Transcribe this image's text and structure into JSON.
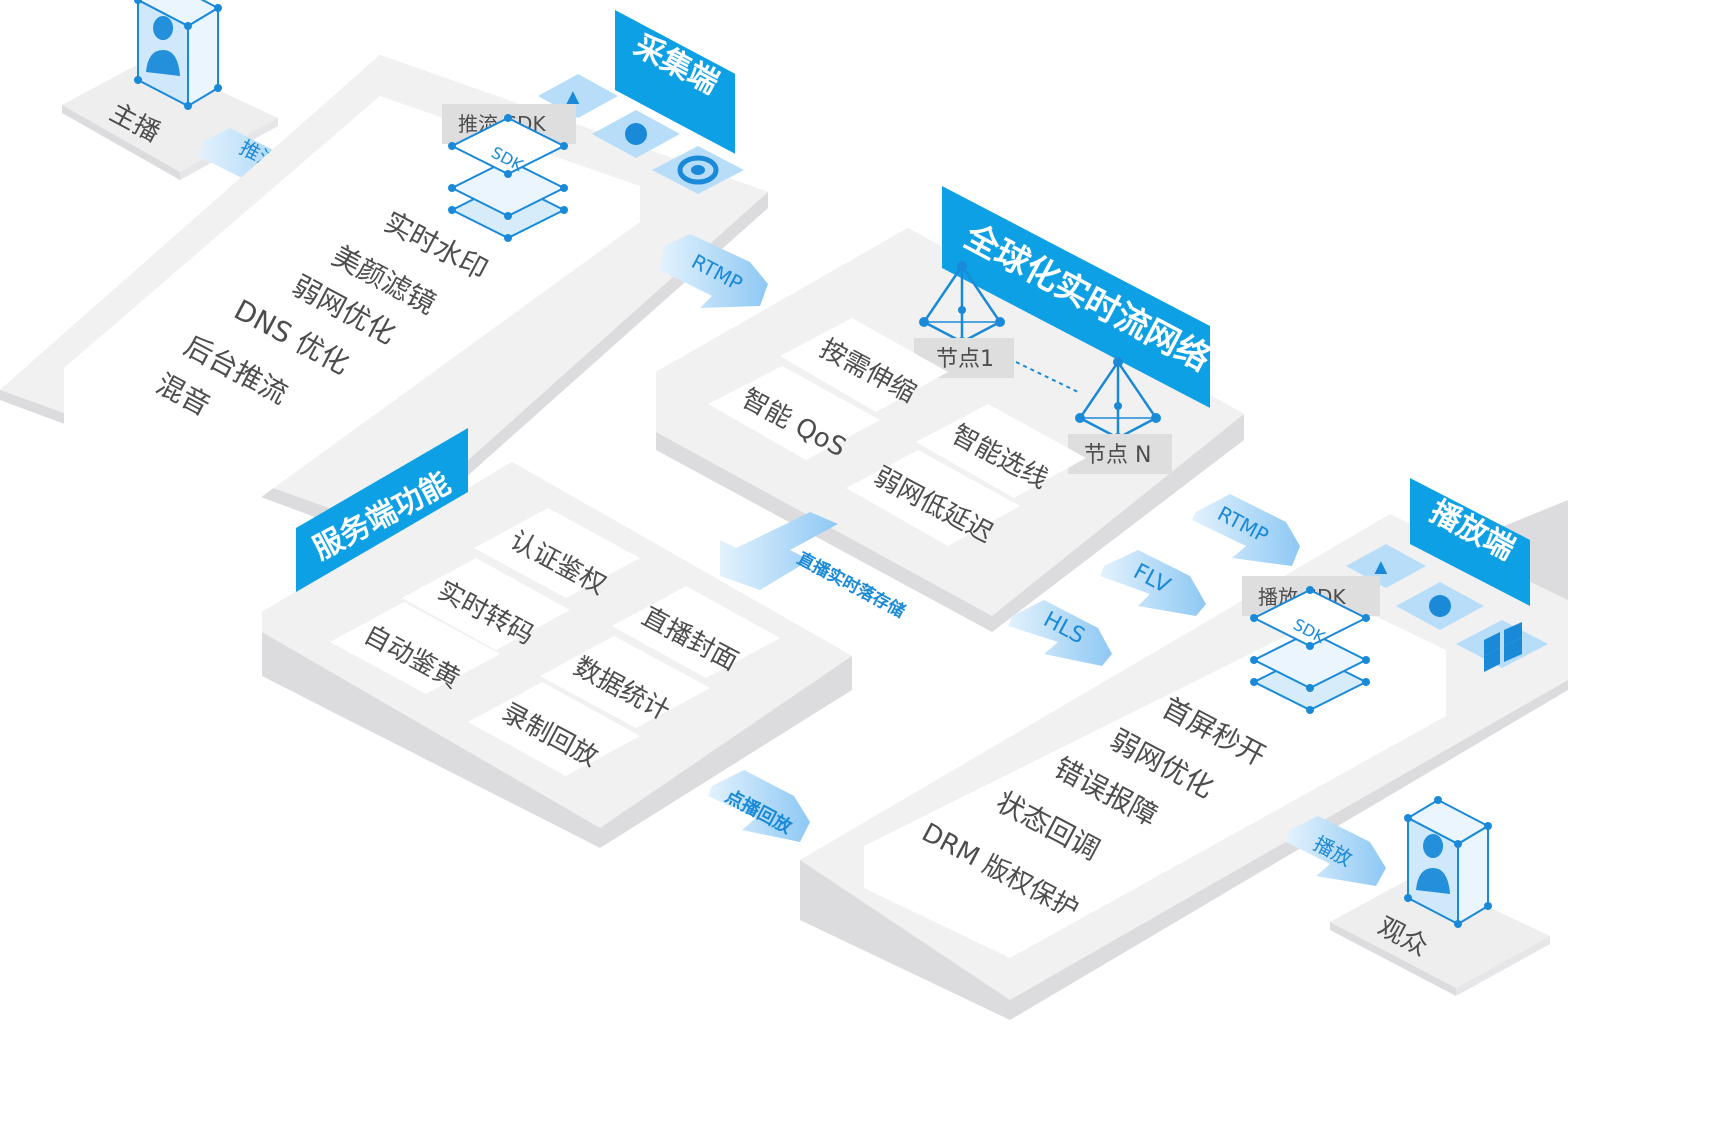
{
  "diagram": {
    "colors": {
      "accent": "#0ea0e4",
      "arrow": "#9fd0f5",
      "panel": "#f1f1f2",
      "panel_side": "#e3e3e5",
      "inner": "#ffffff",
      "text": "#4d4d4d"
    },
    "anchor": {
      "label": "主播"
    },
    "viewer": {
      "label": "观众"
    },
    "capture": {
      "title": "采集端",
      "sdk_label": "推流 SDK",
      "sdk_icon_text": "SDK",
      "platform_icons": [
        "android-icon",
        "apple-icon",
        "record-icon"
      ],
      "features": [
        "实时水印",
        "美颜滤镜",
        "弱网优化",
        "DNS 优化",
        "后台推流",
        "混音"
      ]
    },
    "network": {
      "title": "全球化实时流网络",
      "node1_label": "节点1",
      "nodeN_label": "节点 N",
      "features": [
        "按需伸缩",
        "智能 QoS",
        "智能选线",
        "弱网低延迟"
      ]
    },
    "server": {
      "title": "服务端功能",
      "features": [
        "认证鉴权",
        "实时转码",
        "直播封面",
        "自动鉴黄",
        "数据统计",
        "录制回放"
      ]
    },
    "player": {
      "title": "播放端",
      "sdk_label": "播放 SDK",
      "sdk_icon_text": "SDK",
      "platform_icons": [
        "android-icon",
        "apple-icon",
        "windows-icon"
      ],
      "features": [
        "首屏秒开",
        "弱网优化",
        "错误报障",
        "状态回调",
        "DRM 版权保护"
      ]
    },
    "arrows": {
      "push": "推流",
      "rtmp1": "RTMP",
      "rtmp2": "RTMP",
      "flv": "FLV",
      "hls": "HLS",
      "storage": "直播实时落存储",
      "vod": "点播回放",
      "play": "播放"
    }
  }
}
